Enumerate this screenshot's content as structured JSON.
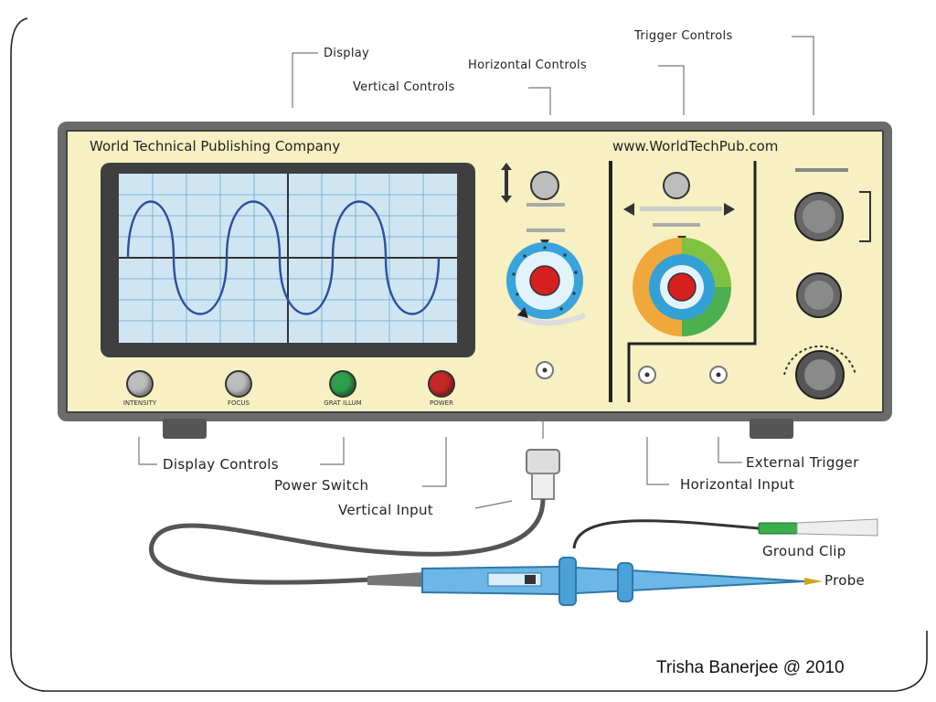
{
  "slide": {
    "credit": "Trisha Banerjee @ 2010"
  },
  "oscilloscope": {
    "brand_left": "World Technical Publishing Company",
    "brand_right": "www.WorldTechPub.com",
    "screen_colors": {
      "grid": "#7fb3d5",
      "trace": "#2b4fa0",
      "bezel": "#3f3f3f",
      "panel": "#f7f0c2"
    },
    "display_buttons": [
      {
        "label": "INTENSITY",
        "color": "#bdbdbd"
      },
      {
        "label": "FOCUS",
        "color": "#bdbdbd"
      },
      {
        "label": "GRAT ILLUM",
        "color": "#2e9e4a"
      },
      {
        "label": "POWER",
        "color": "#c62828"
      }
    ]
  },
  "callouts": {
    "display": "Display",
    "trigger_controls": "Trigger Controls",
    "horizontal_controls": "Horizontal Controls",
    "vertical_controls": "Vertical Controls",
    "display_controls": "Display Controls",
    "power_switch": "Power Switch",
    "vertical_input": "Vertical Input",
    "external_trigger": "External Trigger",
    "horizontal_input": "Horizontal Input",
    "ground_clip": "Ground Clip",
    "probe": "Probe"
  }
}
